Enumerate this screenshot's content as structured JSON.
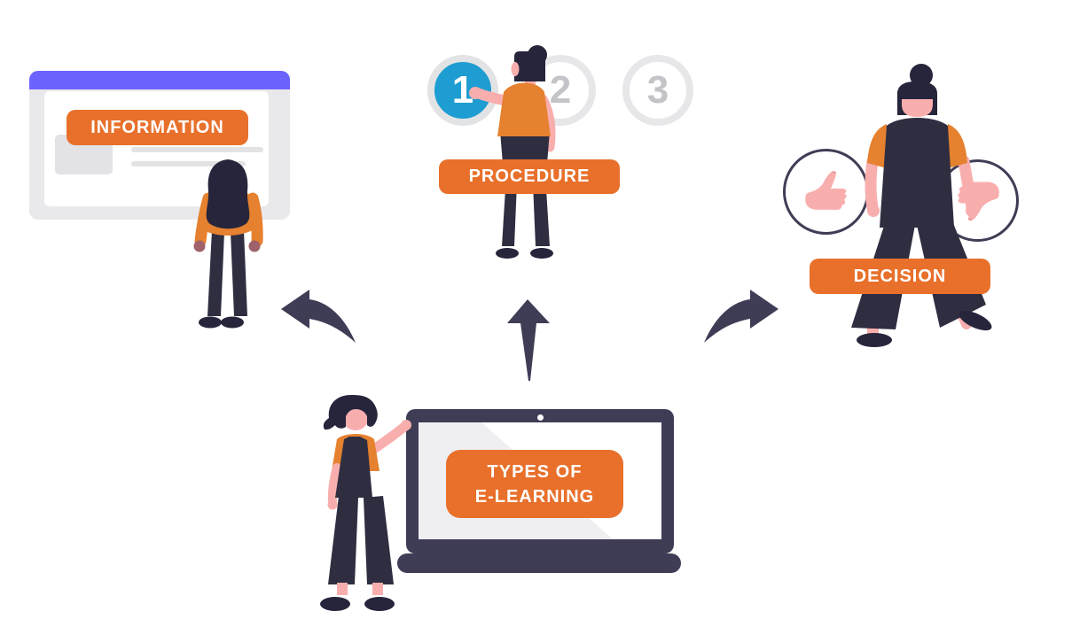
{
  "diagram_title": "TYPES OF E-LEARNING",
  "center": {
    "label_line1": "TYPES OF",
    "label_line2": "E-LEARNING"
  },
  "branches": {
    "information": {
      "label": "INFORMATION"
    },
    "procedure": {
      "label": "PROCEDURE",
      "steps": [
        "1",
        "2",
        "3"
      ],
      "active_step": "1"
    },
    "decision": {
      "label": "DECISION"
    }
  },
  "icons": [
    "thumbs-up-icon",
    "thumbs-down-icon",
    "arrow-up-icon",
    "arrow-curve-left-icon",
    "arrow-curve-right-icon",
    "webcam-icon",
    "browser-window",
    "laptop"
  ],
  "colors": {
    "accent_orange": "#e8702b",
    "clothing_orange": "#e5812f",
    "accent_purple": "#6c63ff",
    "active_step_blue": "#1d9dd1",
    "dark_navy": "#3f3d56",
    "garment_navy": "#2f2e41",
    "hair_navy": "#26253b",
    "skin_pink": "#f9aeae",
    "skin_brown": "#9f616a",
    "inactive_gray": "#c4c4c8",
    "placeholder_gray": "#e3e3e6"
  }
}
